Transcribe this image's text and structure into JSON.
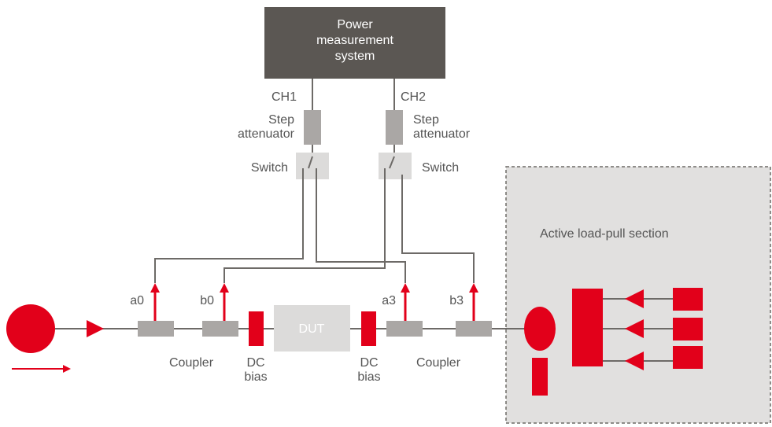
{
  "colors": {
    "accent_red": "#e2001a",
    "dark_box": "#5b5753",
    "component_gray": "#aaa7a5",
    "light_gray": "#dcdbda",
    "section_fill": "#e1e0df",
    "line": "#6d6a67",
    "text": "#555555"
  },
  "power_system": {
    "line1": "Power",
    "line2": "measurement",
    "line3": "system"
  },
  "channels": {
    "ch1": "CH1",
    "ch2": "CH2"
  },
  "attenuators": {
    "left": {
      "line1": "Step",
      "line2": "attenuator"
    },
    "right": {
      "line1": "Step",
      "line2": "attenuator"
    }
  },
  "switches": {
    "left": "Switch",
    "right": "Switch"
  },
  "probes": {
    "a0": "a0",
    "b0": "b0",
    "a3": "a3",
    "b3": "b3"
  },
  "couplers": {
    "left": "Coupler",
    "right": "Coupler"
  },
  "dc_bias": {
    "left": {
      "line1": "DC",
      "line2": "bias"
    },
    "right": {
      "line1": "DC",
      "line2": "bias"
    }
  },
  "dut": "DUT",
  "active_section": "Active load-pull section"
}
